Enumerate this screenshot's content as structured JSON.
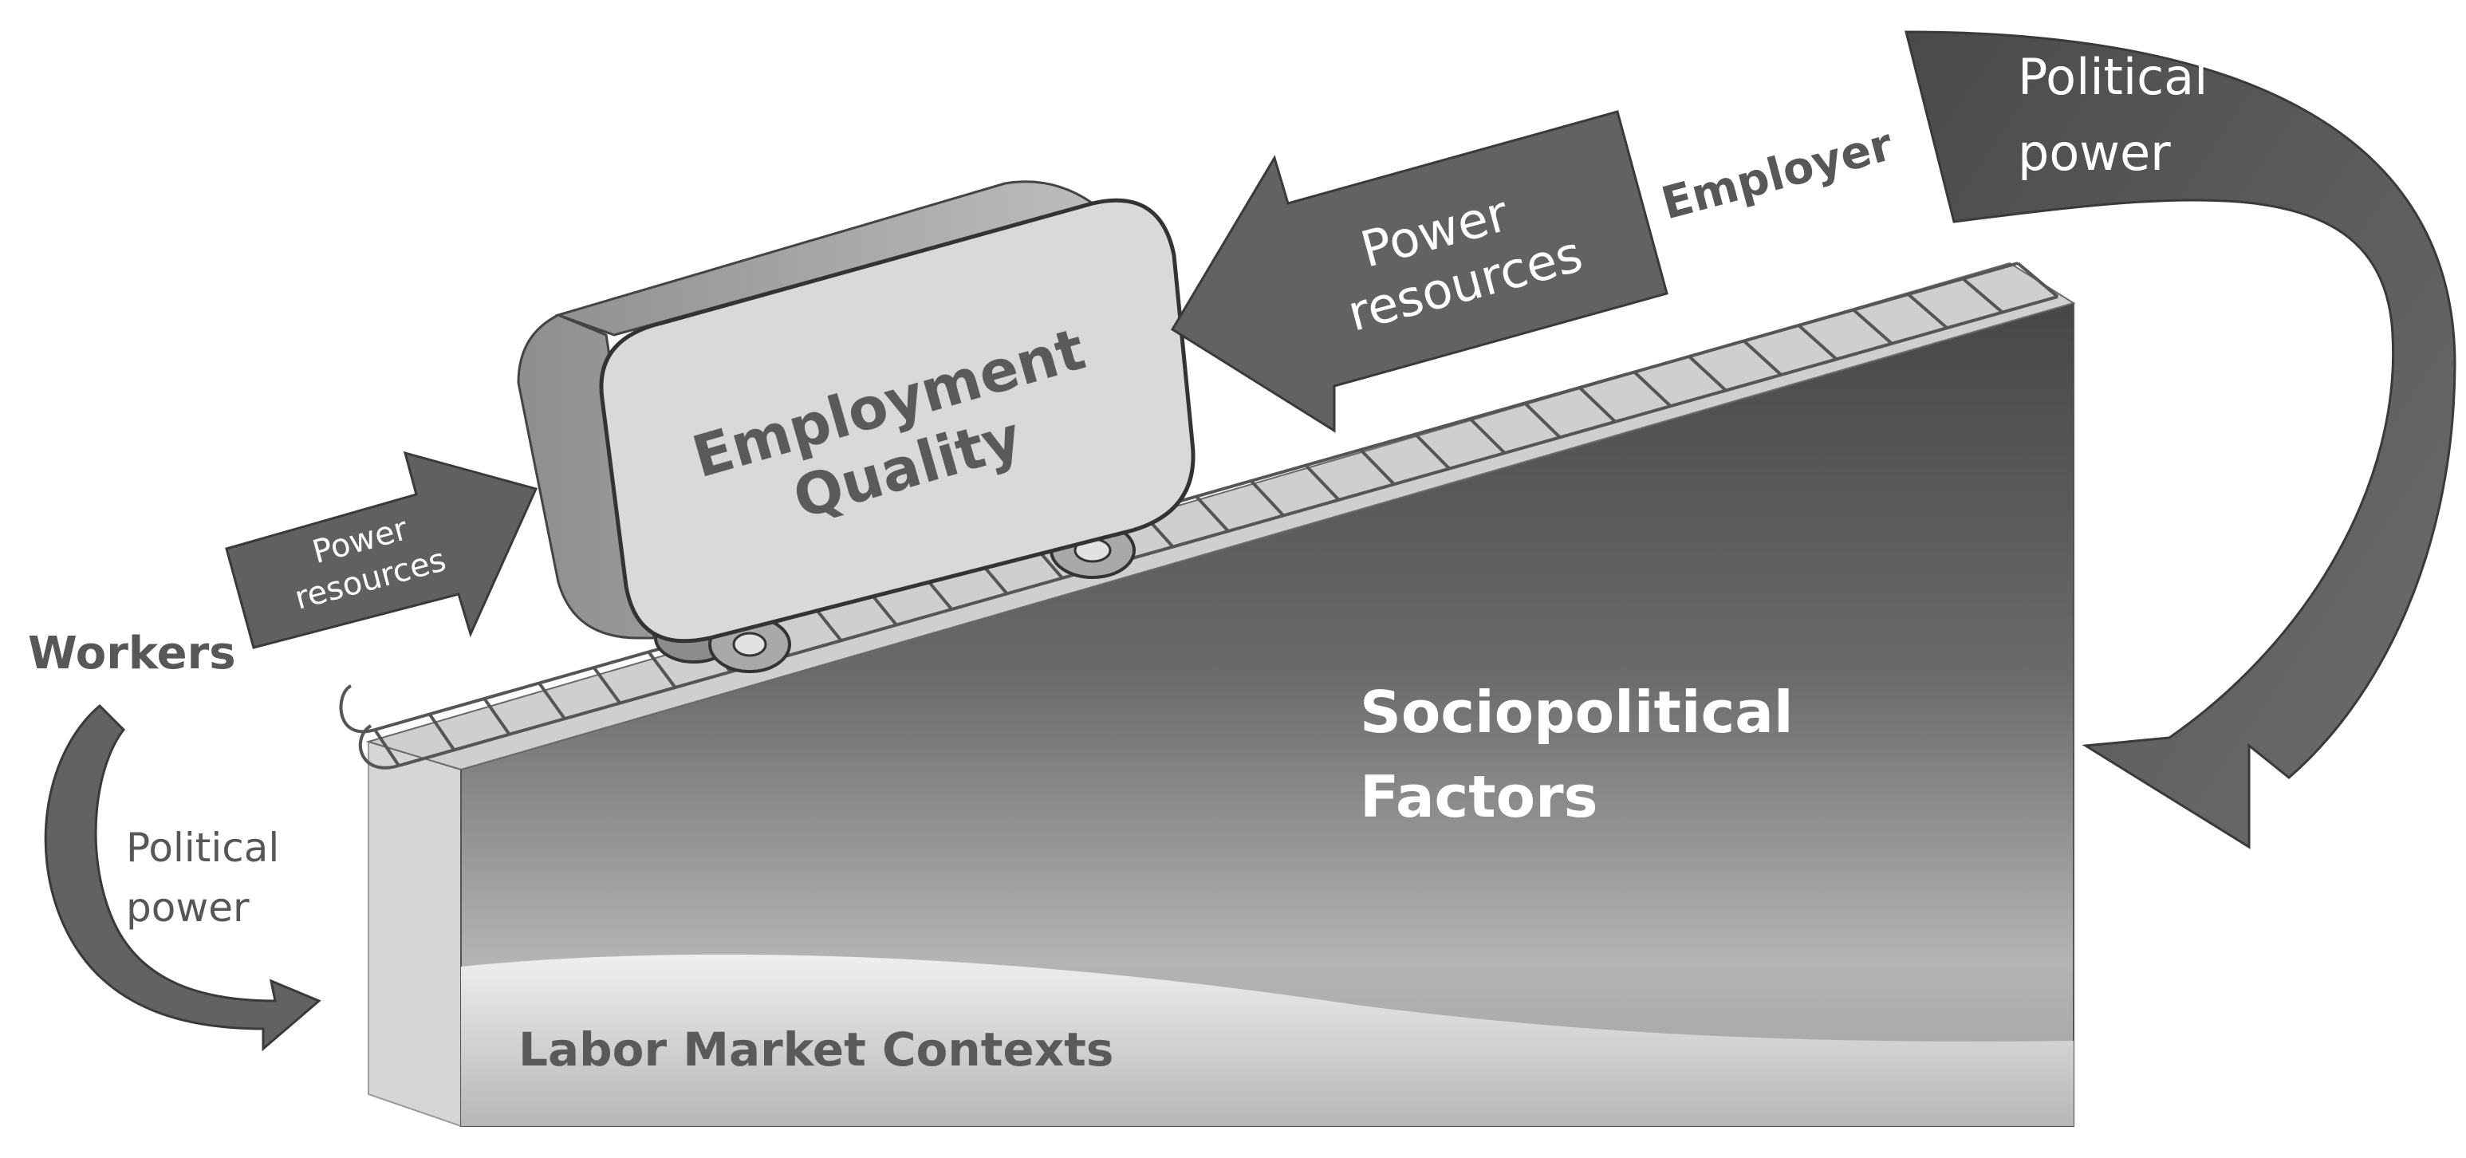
{
  "labels": {
    "workers": "Workers",
    "employer": "Employer",
    "employment_quality_line1": "Employment",
    "employment_quality_line2": "Quality",
    "left_power_resources_line1": "Power",
    "left_power_resources_line2": "resources",
    "right_power_resources_line1": "Power",
    "right_power_resources_line2": "resources",
    "left_political_power_line1": "Political",
    "left_political_power_line2": "power",
    "right_political_power_line1": "Political",
    "right_political_power_line2": "power",
    "sociopolitical_line1": "Sociopolitical",
    "sociopolitical_line2": "Factors",
    "labor_market": "Labor Market Contexts"
  },
  "colors": {
    "arrow_fill": "#5f5f5f",
    "arrow_stroke": "#3c3c3c",
    "cart_face": "#d9d9d9",
    "cart_side": "#a8a8a8",
    "ramp_dark": "#4f4f4f",
    "ramp_light": "#bdbdbd",
    "label_dark": "#575757",
    "label_light": "#ffffff"
  }
}
